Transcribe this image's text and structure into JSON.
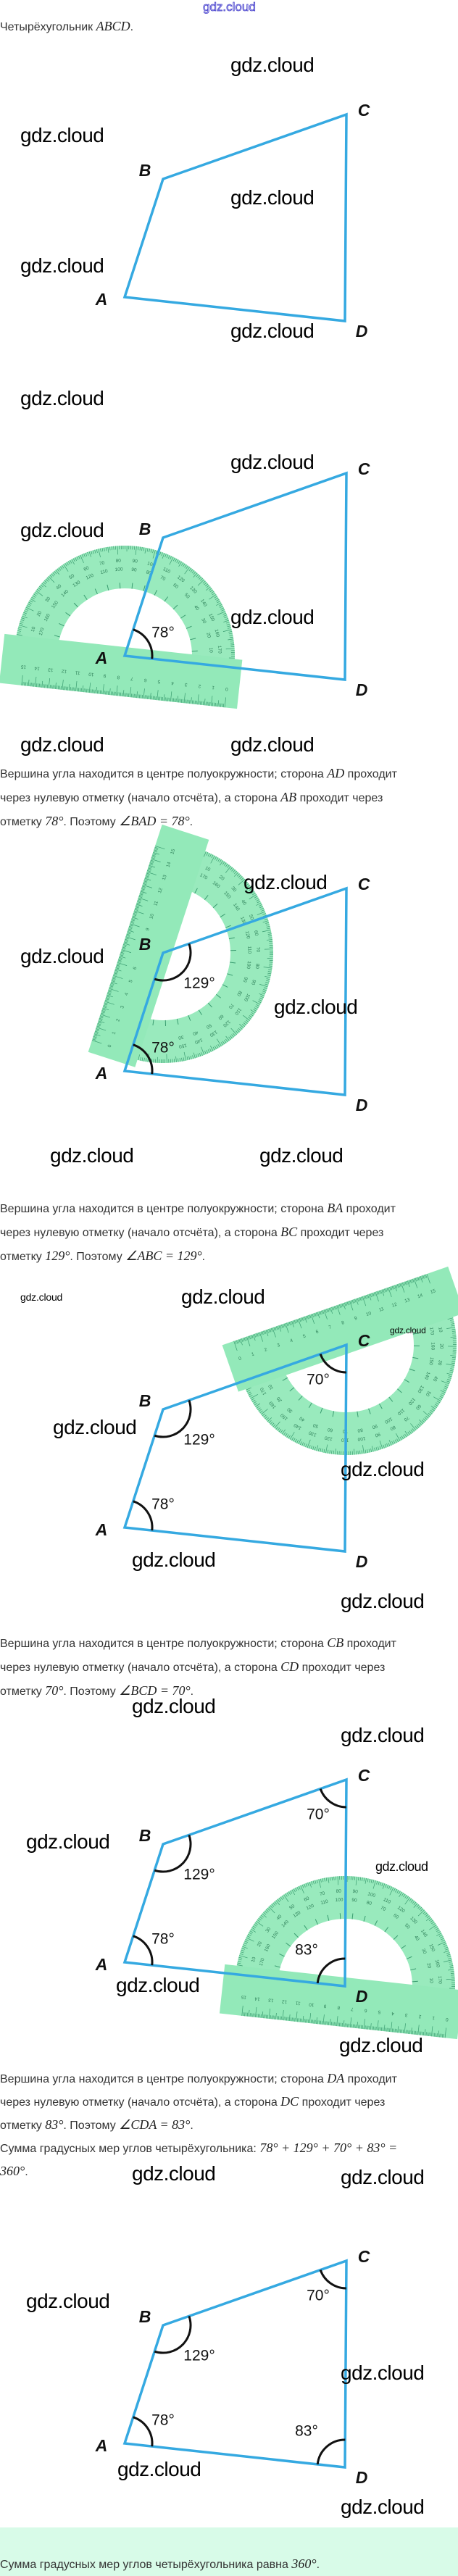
{
  "header_watermark": "gdz.cloud",
  "watermark": "gdz.cloud",
  "intro": [
    {
      "t": "Четырёхугольник "
    },
    {
      "m": "ABCD"
    },
    {
      "t": "."
    }
  ],
  "vertices": {
    "A": "A",
    "B": "B",
    "C": "C",
    "D": "D"
  },
  "angles": {
    "A": "78°",
    "B": "129°",
    "C": "70°",
    "D": "83°"
  },
  "paragraphs": [
    [
      [
        {
          "t": "Вершина угла находится в центре полуокружности; сторона "
        },
        {
          "m": "AD"
        },
        {
          "t": " проходит"
        }
      ],
      [
        {
          "t": "через нулевую отметку (начало отсчёта), а сторона "
        },
        {
          "m": "AB"
        },
        {
          "t": " проходит через"
        }
      ],
      [
        {
          "t": "отметку "
        },
        {
          "m": "78°"
        },
        {
          "t": ". Поэтому "
        },
        {
          "m": "∠BAD = 78°"
        },
        {
          "t": "."
        }
      ]
    ],
    [
      [
        {
          "t": "Вершина угла находится в центре полуокружности; сторона "
        },
        {
          "m": "BA"
        },
        {
          "t": " проходит"
        }
      ],
      [
        {
          "t": "через нулевую отметку (начало отсчёта), а сторона "
        },
        {
          "m": "BC"
        },
        {
          "t": " проходит через"
        }
      ],
      [
        {
          "t": "отметку "
        },
        {
          "m": "129°"
        },
        {
          "t": ". Поэтому "
        },
        {
          "m": "∠ABC = 129°"
        },
        {
          "t": "."
        }
      ]
    ],
    [
      [
        {
          "t": "Вершина угла находится в центре полуокружности; сторона "
        },
        {
          "m": "CB"
        },
        {
          "t": " проходит"
        }
      ],
      [
        {
          "t": "через нулевую отметку (начало отсчёта), а сторона "
        },
        {
          "m": "CD"
        },
        {
          "t": " проходит через"
        }
      ],
      [
        {
          "t": "отметку "
        },
        {
          "m": "70°"
        },
        {
          "t": ". Поэтому "
        },
        {
          "m": "∠BCD = 70°"
        },
        {
          "t": "."
        }
      ]
    ],
    [
      [
        {
          "t": "Вершина угла находится в центре полуокружности; сторона "
        },
        {
          "m": "DA"
        },
        {
          "t": " проходит"
        }
      ],
      [
        {
          "t": "через нулевую отметку (начало отсчёта), а сторона "
        },
        {
          "m": "DC"
        },
        {
          "t": " проходит через"
        }
      ],
      [
        {
          "t": "отметку "
        },
        {
          "m": "83°"
        },
        {
          "t": ". Поэтому "
        },
        {
          "m": "∠CDA = 83°"
        },
        {
          "t": "."
        }
      ],
      [
        {
          "t": "Сумма градусных мер углов четырёхугольника: "
        },
        {
          "m": "78° + 129° + 70° + 83° ="
        }
      ],
      [
        {
          "m": "360°"
        },
        {
          "t": "."
        }
      ]
    ]
  ],
  "summary": [
    {
      "t": "Сумма градусных мер углов четырёхугольника равна "
    },
    {
      "m": "360°"
    },
    {
      "t": "."
    }
  ],
  "colors": {
    "quad_line": "#35a9e1",
    "protractor": "#93e9b9",
    "protractor_tick": "#3a9c70",
    "summary_bg": "#d8fbe8",
    "header_watermark": "#3a34c8"
  }
}
